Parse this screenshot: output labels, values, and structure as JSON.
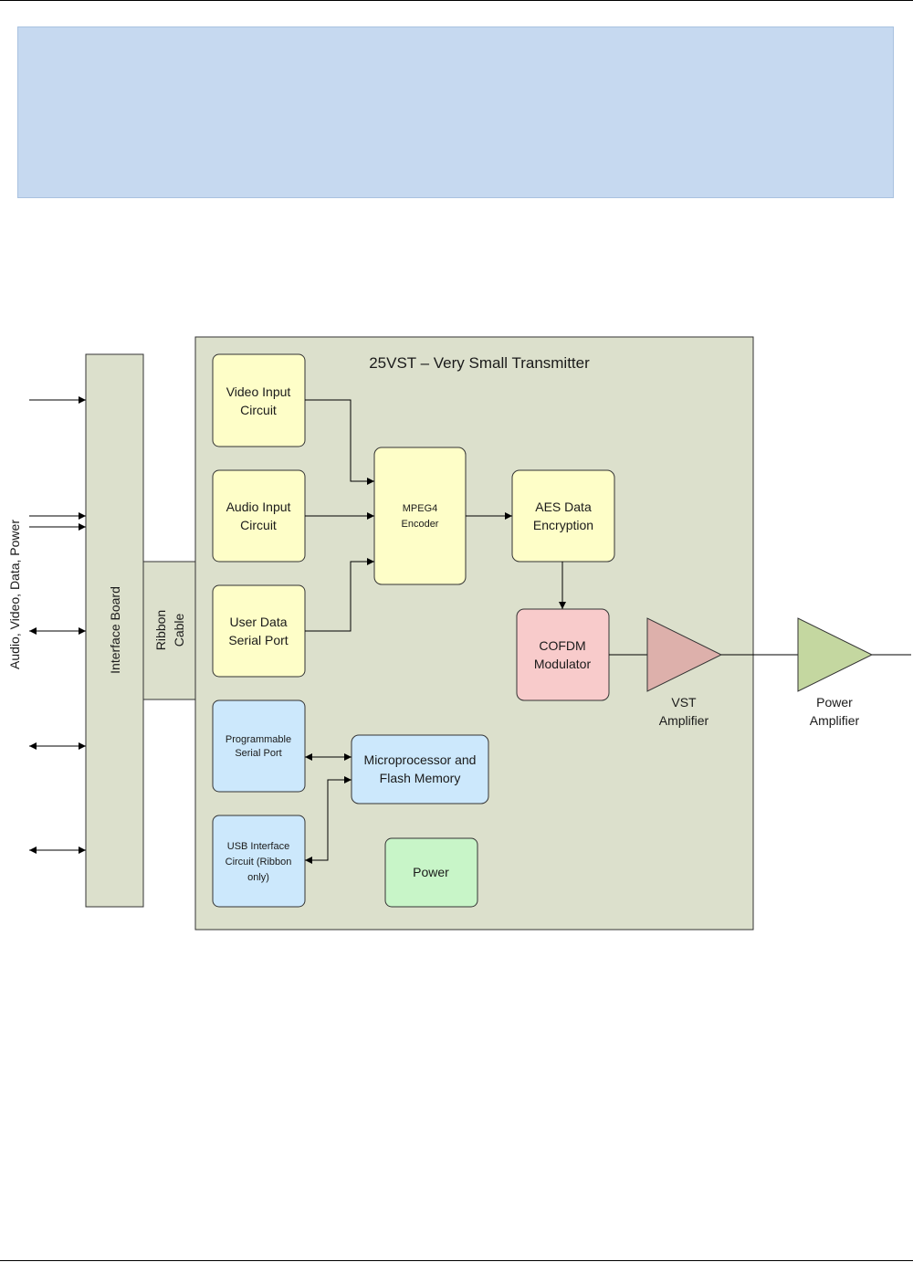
{
  "diagram": {
    "title": "25VST – Very Small Transmitter",
    "side_label": "Audio, Video, Data, Power",
    "interface_board": "Interface Board",
    "ribbon_cable": [
      "Ribbon",
      "Cable"
    ],
    "blocks": {
      "video_input": [
        "Video Input",
        "Circuit"
      ],
      "audio_input": [
        "Audio Input",
        "Circuit"
      ],
      "user_data": [
        "User Data",
        "Serial Port"
      ],
      "mpeg4": [
        "MPEG4",
        "Encoder"
      ],
      "aes": [
        "AES Data",
        "Encryption"
      ],
      "cofdm": [
        "COFDM",
        "Modulator"
      ],
      "prog_serial": [
        "Programmable",
        "Serial Port"
      ],
      "usb": [
        "USB Interface",
        "Circuit (Ribbon",
        "only)"
      ],
      "micro": [
        "Microprocessor and",
        "Flash Memory"
      ],
      "power": "Power"
    },
    "amplifiers": {
      "vst": [
        "VST",
        "Amplifier"
      ],
      "power": [
        "Power",
        "Amplifier"
      ]
    },
    "colors": {
      "yellow_block": "#fefec8",
      "blue_block": "#cce8fc",
      "red_block": "#f8cbcb",
      "green_block": "#c8f5c8",
      "main_panel": "#dce0cc",
      "vst_amp": "#ddb0ab",
      "power_amp": "#c4d7a0",
      "banner": "#c6d9f0"
    }
  }
}
